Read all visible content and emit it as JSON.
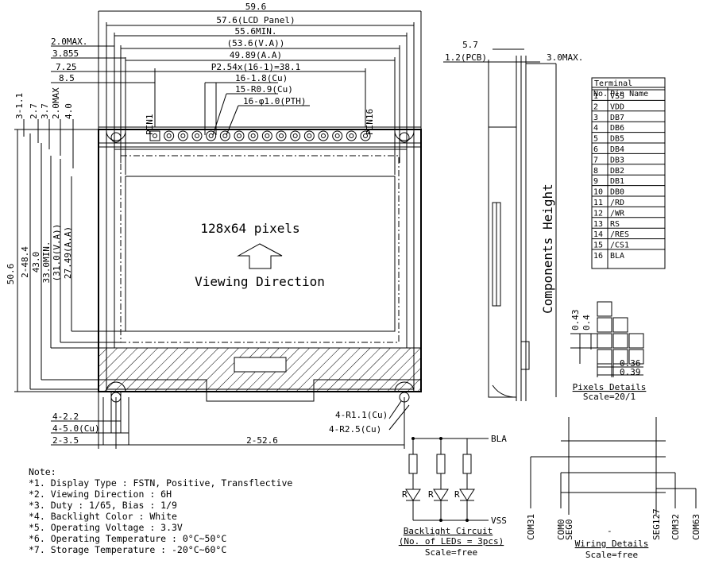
{
  "dims_top": {
    "outline": "59.6",
    "lcd_panel": "57.6(LCD Panel)",
    "min": "55.6MIN.",
    "max": "2.0MAX.",
    "va": "(53.6(V.A))",
    "offset1": "3.855",
    "aa": "49.89(A.A)",
    "offset2": "7.25",
    "pitch": "P2.54x(16-1)=38.1",
    "offset3": "8.5",
    "pad_cu": "16-1.8(Cu)",
    "pad_r": "15-R0.9(Cu)",
    "hole": "16-φ1.0(PTH)",
    "pin1": "PIN1",
    "pin16": "PIN16"
  },
  "dims_left": {
    "outline": "50.6",
    "d2": "2-48.4",
    "d3": "43.0",
    "d4": "33.0MIN.",
    "d5": "(31.0(V.A))",
    "d6": "27.49(A.A)",
    "t1": "3-1.1",
    "t2": "2.7",
    "t3": "3.7",
    "t4": "2.0MAX",
    "t5": "4.0"
  },
  "dims_bottom": {
    "hole_cu": "4-2.2",
    "hole_pad": "4-5.0(Cu)",
    "edge": "2-3.5",
    "pitch": "2-52.6",
    "r1": "4-R1.1(Cu)",
    "r2": "4-R2.5(Cu)"
  },
  "display": {
    "resolution": "128x64 pixels",
    "viewing": "Viewing Direction"
  },
  "side_view": {
    "thickness": "5.7",
    "pcb": "1.2(PCB)",
    "max": "3.0MAX.",
    "height": "Components Height"
  },
  "terminal": {
    "title": "Terminal",
    "col_no": "No.",
    "col_name": "Pin Name",
    "rows": [
      {
        "no": "1",
        "name": "VSS"
      },
      {
        "no": "2",
        "name": "VDD"
      },
      {
        "no": "3",
        "name": "DB7"
      },
      {
        "no": "4",
        "name": "DB6"
      },
      {
        "no": "5",
        "name": "DB5"
      },
      {
        "no": "6",
        "name": "DB4"
      },
      {
        "no": "7",
        "name": "DB3"
      },
      {
        "no": "8",
        "name": "DB2"
      },
      {
        "no": "9",
        "name": "DB1"
      },
      {
        "no": "10",
        "name": "DB0"
      },
      {
        "no": "11",
        "name": "/RD"
      },
      {
        "no": "12",
        "name": "/WR"
      },
      {
        "no": "13",
        "name": "RS"
      },
      {
        "no": "14",
        "name": "/RES"
      },
      {
        "no": "15",
        "name": "/CS1"
      },
      {
        "no": "16",
        "name": "BLA"
      }
    ]
  },
  "pixels": {
    "d1": "0.43",
    "d2": "0.4",
    "d3": "0.36",
    "d4": "0.39",
    "caption": "Pixels Details",
    "scale": "Scale=20/1"
  },
  "backlight": {
    "bla": "BLA",
    "vss": "VSS",
    "r": "R",
    "caption": "Backlight Circuit",
    "sub": "(No. of LEDs = 3pcs)",
    "scale": "Scale=free"
  },
  "wiring": {
    "labels": [
      "COM31",
      "COM0",
      "SEG0",
      "-",
      "SEG127",
      "COM32",
      "COM63"
    ],
    "caption": "Wiring Details",
    "scale": "Scale=free"
  },
  "notes": {
    "title": "Note:",
    "items": [
      "*1. Display Type : FSTN, Positive, Transflective",
      "*2. Viewing Direction : 6H",
      "*3. Duty : 1/65, Bias : 1/9",
      "*4. Backlight Color : White",
      "*5. Operating Voltage : 3.3V",
      "*6. Operating Temperature : 0°C~50°C",
      "*7. Storage Temperature : -20°C~60°C"
    ]
  }
}
